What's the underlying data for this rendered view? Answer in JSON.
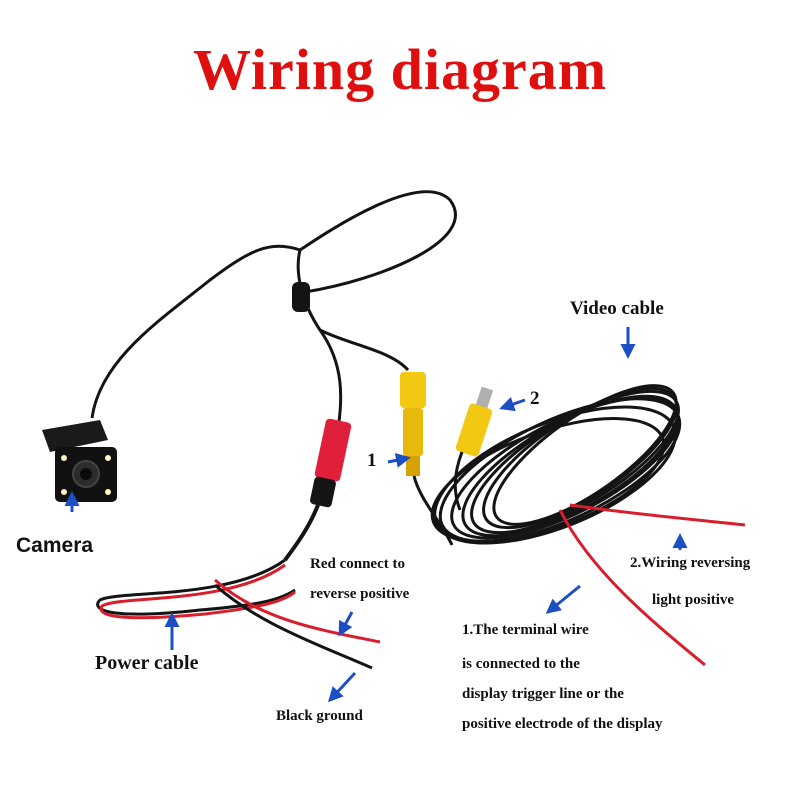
{
  "title": "Wiring diagram",
  "colors": {
    "title": "#e00f0f",
    "arrow": "#1d4fc4",
    "cable": "#141414",
    "rca_yellow": "#f2c812",
    "rca_red": "#e0203a",
    "wire_red": "#d81e2c"
  },
  "labels": {
    "camera": "Camera",
    "power_cable": "Power cable",
    "video_cable": "Video cable",
    "red_connect_line1": "Red connect to",
    "red_connect_line2": "reverse positive",
    "black_ground": "Black ground",
    "marker_1": "1",
    "marker_2": "2",
    "reversing_line1": "2.Wiring reversing",
    "reversing_line2": "light positive",
    "terminal_line1": "1.The terminal wire",
    "terminal_line2": "is connected to the",
    "terminal_line3": "display trigger line or the",
    "terminal_line4": "positive electrode of the display"
  }
}
